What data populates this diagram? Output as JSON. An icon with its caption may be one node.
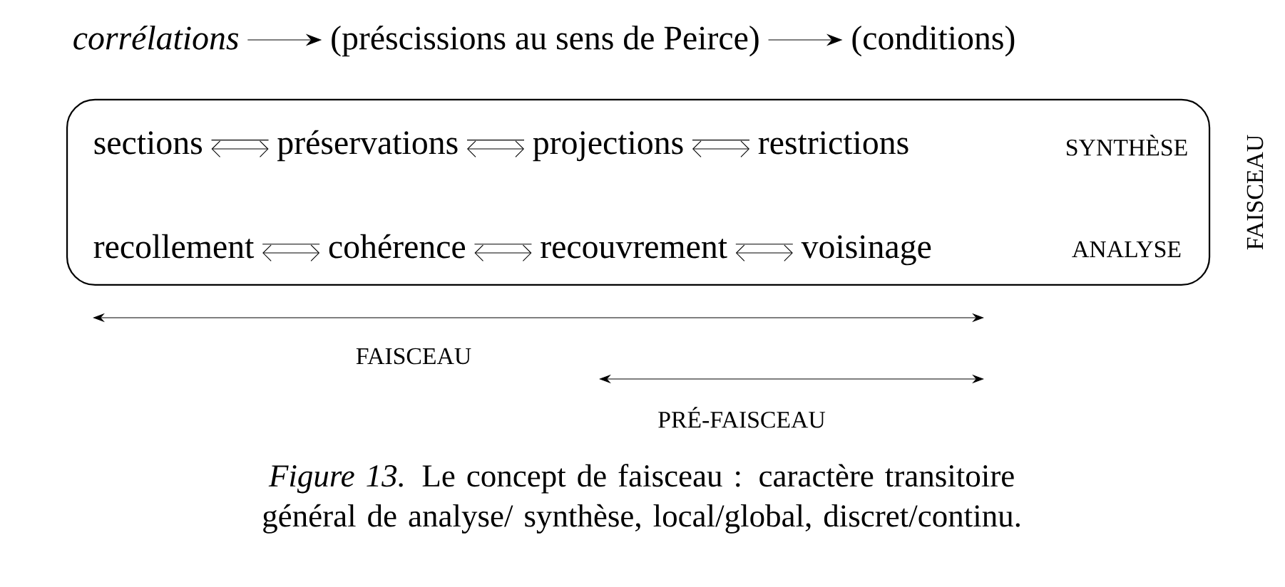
{
  "diagram": {
    "caption": "*Figure 13.* Le concept de faisceau : caractère transitoire général de analyse/ synthèse, local/global, discret/continu.",
    "nodes": [
      {
        "text": [
          "corrélations"
        ]
      },
      {
        "text": [
          "(préscissions au sens de Peirce)"
        ]
      },
      {
        "text": [
          "(conditions)"
        ]
      },
      {
        "text": [
          "SYNTHÈSE",
          "ANALYSE"
        ],
        "beside": [
          "FAISCEAU"
        ]
      },
      {
        "text": [
          "sections"
        ],
        "in": 3
      },
      {
        "text": [
          "préservations"
        ],
        "in": 3
      },
      {
        "text": [
          "projections"
        ],
        "in": 3
      },
      {
        "text": [
          "restrictions"
        ],
        "in": 3
      },
      {
        "text": [
          "recollement"
        ],
        "in": 3
      },
      {
        "text": [
          "cohérence"
        ],
        "in": 3
      },
      {
        "text": [
          "recouvrement"
        ],
        "in": 3
      },
      {
        "text": [
          "voisinage"
        ],
        "in": 3
      }
    ],
    "edges": [
      {
        "from": 0,
        "to": 1,
        "arrow": "to"
      },
      {
        "from": 1,
        "to": 2,
        "arrow": "to"
      },
      {
        "from": 4,
        "to": 5,
        "arrow": "both"
      },
      {
        "from": 5,
        "to": 6,
        "arrow": "both"
      },
      {
        "from": 6,
        "to": 7,
        "arrow": "both"
      },
      {
        "from": 8,
        "to": 9,
        "arrow": "both"
      },
      {
        "from": 9,
        "to": 10,
        "arrow": "both"
      },
      {
        "from": 10,
        "to": 11,
        "arrow": "both"
      }
    ],
    "labels": [
      "FAISCEAU",
      "PRÉ-FAISCEAU"
    ]
  }
}
